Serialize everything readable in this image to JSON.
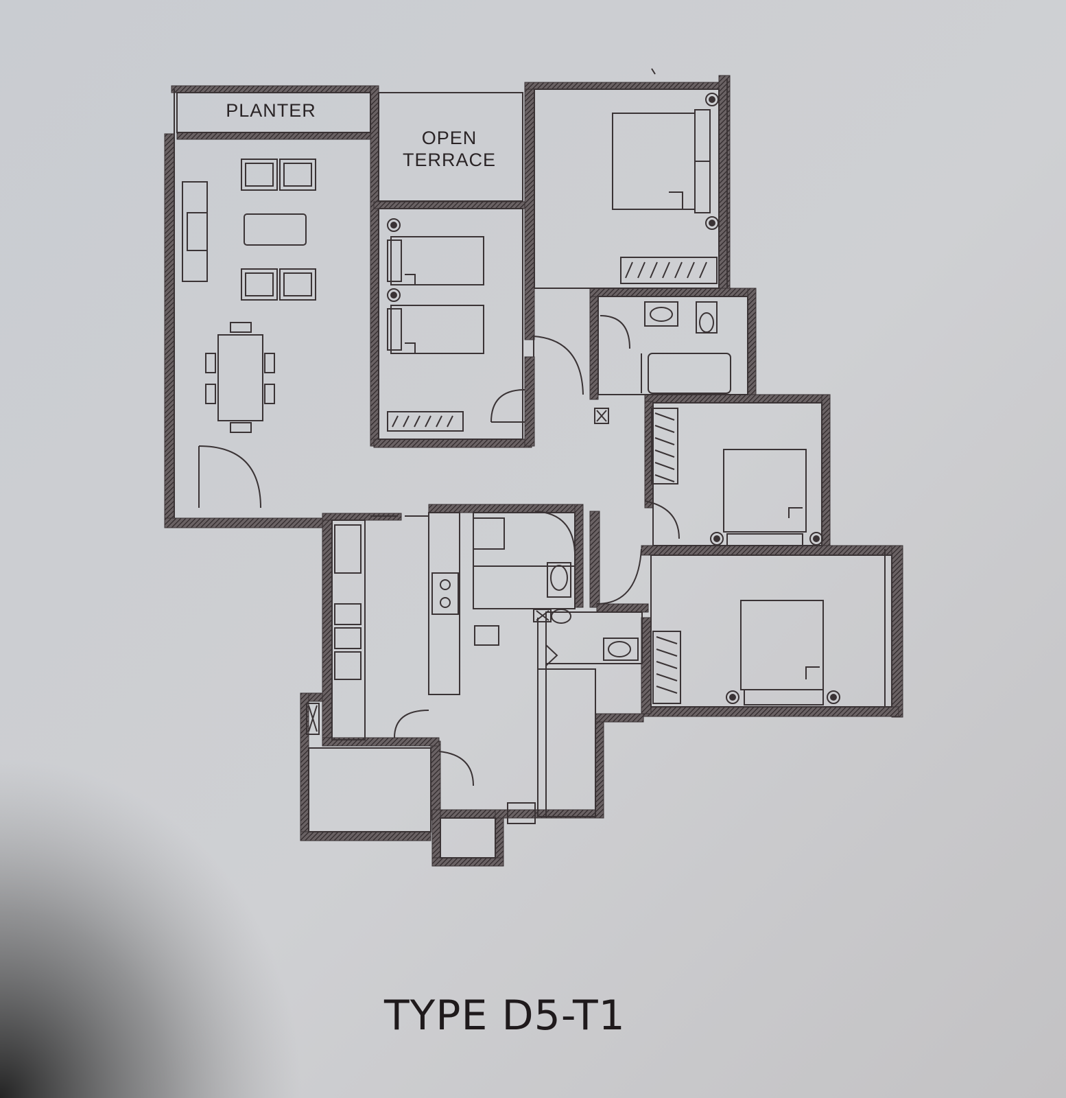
{
  "plan": {
    "labels": {
      "planter": "PLANTER",
      "open_terrace_line1": "OPEN",
      "open_terrace_line2": "TERRACE"
    },
    "title": "TYPE D5-T1"
  },
  "colors": {
    "paper": "#c9cbce",
    "wall": "#4a4244",
    "line": "#3a3335"
  }
}
